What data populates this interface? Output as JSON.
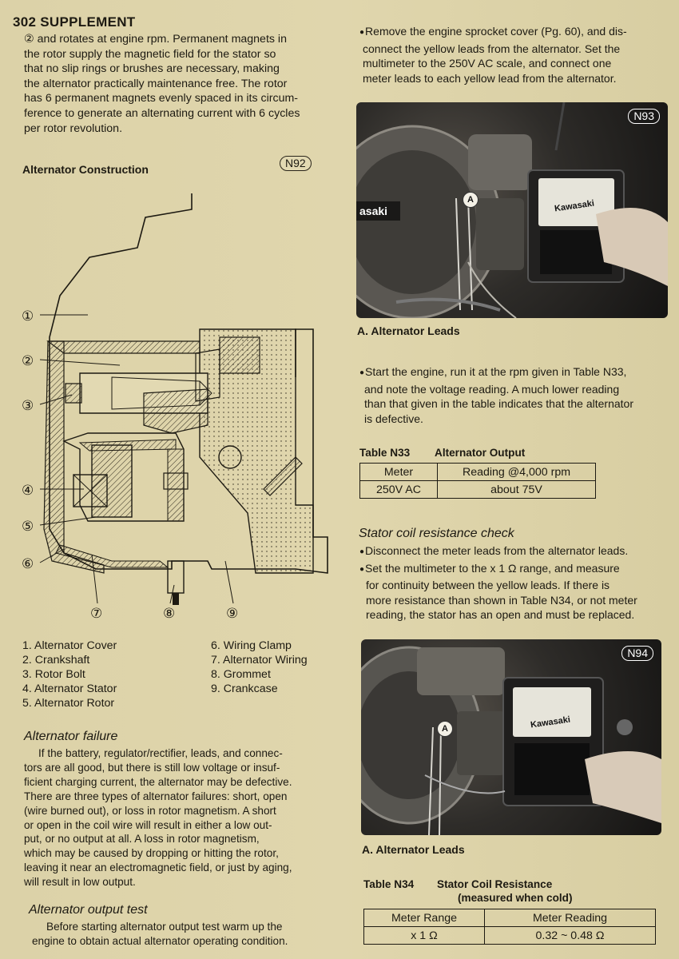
{
  "header": {
    "page_number": "302",
    "section": "SUPPLEMENT"
  },
  "intro_paragraph": {
    "lines": [
      "② and rotates at engine rpm.  Permanent magnets in",
      "the rotor supply the magnetic field for the stator so",
      "that no slip rings or brushes are necessary, making",
      "the alternator practically maintenance free.  The rotor",
      "has 6 permanent magnets evenly spaced in its circum-",
      "ference to generate an alternating current with 6 cycles",
      "per rotor revolution."
    ]
  },
  "figure_n92": {
    "title": "Alternator Construction",
    "label": "N92",
    "callouts": [
      "①",
      "②",
      "③",
      "④",
      "⑤",
      "⑥",
      "⑦",
      "⑧",
      "⑨"
    ]
  },
  "parts_list": {
    "left": [
      "1. Alternator Cover",
      "2. Crankshaft",
      "3. Rotor Bolt",
      "4. Alternator Stator",
      "5. Alternator Rotor"
    ],
    "right": [
      "6. Wiring Clamp",
      "7. Alternator Wiring",
      "8. Grommet",
      "9. Crankcase"
    ]
  },
  "alternator_failure": {
    "heading": "Alternator failure",
    "lines": [
      "If the battery, regulator/rectifier, leads, and connec-",
      "tors are all good, but there is still low voltage or insuf-",
      "ficient charging current, the alternator may be defective.",
      "There are three types of alternator failures: short, open",
      "(wire burned out), or loss in rotor magnetism.  A short",
      "or open in the coil wire will result in either a low out-",
      "put, or no output at all.  A loss in rotor magnetism,",
      "which may be caused by dropping or hitting the rotor,",
      "leaving it near an electromagnetic field, or just by aging,",
      "will result in low output."
    ]
  },
  "output_test": {
    "heading": "Alternator output test",
    "lines": [
      "Before starting alternator output test warm up the",
      "engine to obtain actual alternator operating condition."
    ]
  },
  "right_intro": {
    "lines": [
      "Remove the engine sprocket cover (Pg. 60), and dis-",
      "connect the yellow leads from the alternator.  Set the",
      "multimeter to the 250V AC scale, and connect one",
      "meter leads to each yellow lead from the alternator."
    ]
  },
  "photo_n93": {
    "label": "N93",
    "marker": "A",
    "brand": "asaki",
    "meter_brand": "Kawasaki",
    "caption": "A. Alternator Leads"
  },
  "start_engine": {
    "lines": [
      "Start the engine, run it at the rpm given in Table N33,",
      "and note the voltage reading.  A much lower reading",
      "than that given in the table indicates that the alternator",
      "is defective."
    ]
  },
  "table_n33": {
    "number": "Table N33",
    "title": "Alternator Output",
    "headers": [
      "Meter",
      "Reading @4,000 rpm"
    ],
    "row": [
      "250V AC",
      "about 75V"
    ]
  },
  "stator_check": {
    "heading": "Stator coil resistance check",
    "bullet1": "Disconnect the meter leads from the alternator leads.",
    "bullet2_lines": [
      "Set the multimeter to the x 1 Ω range, and measure",
      "for continuity between the yellow leads.  If there is",
      "more resistance than shown in Table N34, or not meter",
      "reading, the stator has an open and must be replaced."
    ]
  },
  "photo_n94": {
    "label": "N94",
    "marker": "A",
    "meter_brand": "Kawasaki",
    "caption": "A. Alternator Leads"
  },
  "table_n34": {
    "number": "Table N34",
    "title": "Stator Coil Resistance",
    "subtitle": "(measured when cold)",
    "headers": [
      "Meter Range",
      "Meter Reading"
    ],
    "row": [
      "x 1 Ω",
      "0.32 ~ 0.48 Ω"
    ]
  }
}
